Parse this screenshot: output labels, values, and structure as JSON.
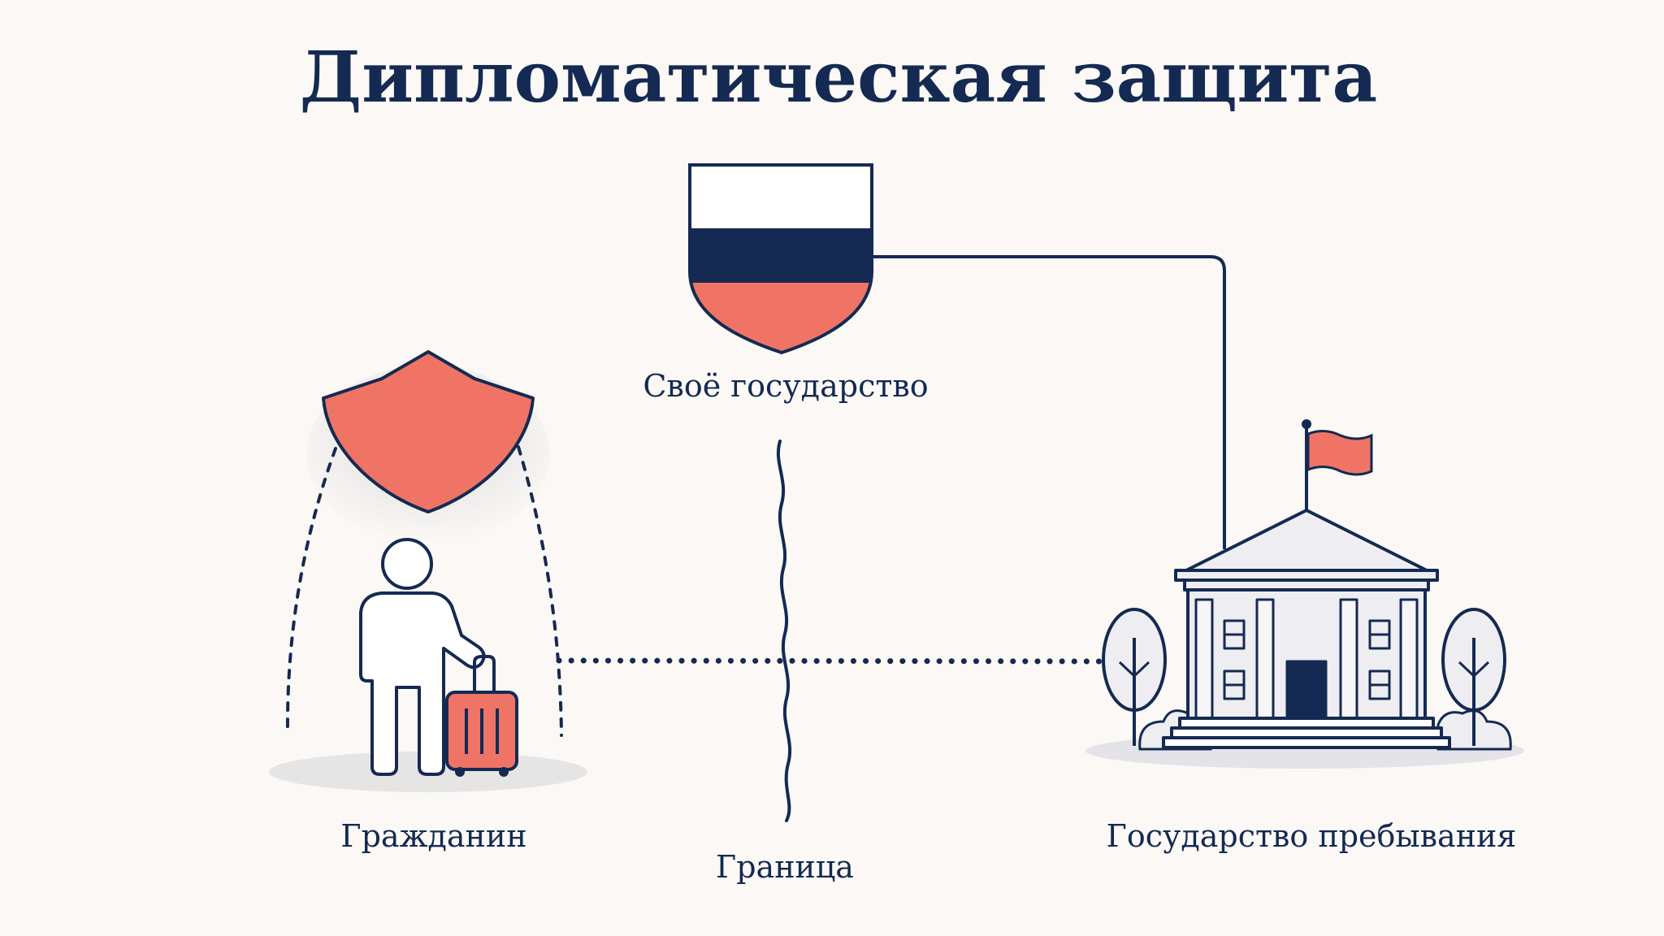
{
  "title": "Дипломатическая защита",
  "labels": {
    "home_state": "Своё государство",
    "citizen": "Гражданин",
    "border": "Граница",
    "host_state": "Государство пребывания"
  },
  "colors": {
    "navy": "#142a52",
    "coral": "#ef7466",
    "background": "#fbf8f5",
    "shadow": "#e6e5e6",
    "building": "#eeeef2"
  },
  "icons": {
    "flag_shield": "tricolor-shield-icon",
    "protection": "shield-icon",
    "citizen": "traveler-icon",
    "luggage": "suitcase-icon",
    "border": "border-line-icon",
    "host": "government-building-icon",
    "host_flag": "flag-icon",
    "trees": "tree-icon"
  }
}
